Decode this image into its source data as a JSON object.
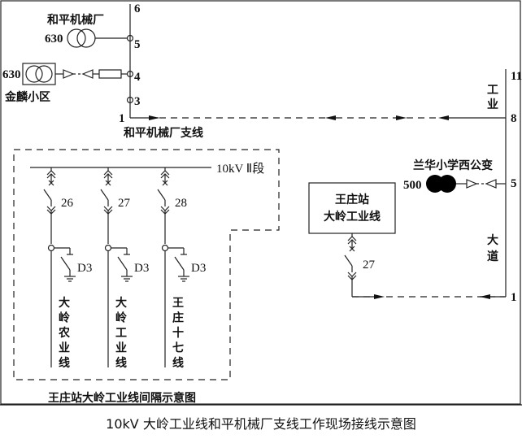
{
  "caption": "10kV 大岭工业线和平机械厂支线工作现场接线示意图",
  "branch_line": {
    "name": "和平机械厂支线",
    "poles": {
      "top": "6",
      "p5": "5",
      "p4": "4",
      "p3": "3",
      "start": "1"
    }
  },
  "heping_transformer": {
    "name": "和平机械厂",
    "capacity": "630"
  },
  "jinlin_transformer": {
    "name": "金麟小区",
    "capacity": "630"
  },
  "main_line": {
    "label_top": [
      "工",
      "业"
    ],
    "label_bottom": [
      "大",
      "道"
    ],
    "poles": {
      "p11": "11",
      "p8": "8",
      "p5": "5",
      "p1": "1"
    }
  },
  "lanhua_transformer": {
    "name": "兰华小学西公变",
    "capacity": "500"
  },
  "station_box": {
    "line1": "王庄站",
    "line2": "大岭工业线"
  },
  "station_switch": "27",
  "bay": {
    "busbar": "10kV Ⅱ段",
    "title": "王庄站大岭工业线间隔示意图",
    "feeders": [
      {
        "switch": "26",
        "ground": "D3",
        "name": [
          "大",
          "岭",
          "农",
          "业",
          "线"
        ]
      },
      {
        "switch": "27",
        "ground": "D3",
        "name": [
          "大",
          "岭",
          "工",
          "业",
          "线"
        ]
      },
      {
        "switch": "28",
        "ground": "D3",
        "name": [
          "王",
          "庄",
          "十",
          "七",
          "线"
        ]
      }
    ]
  }
}
